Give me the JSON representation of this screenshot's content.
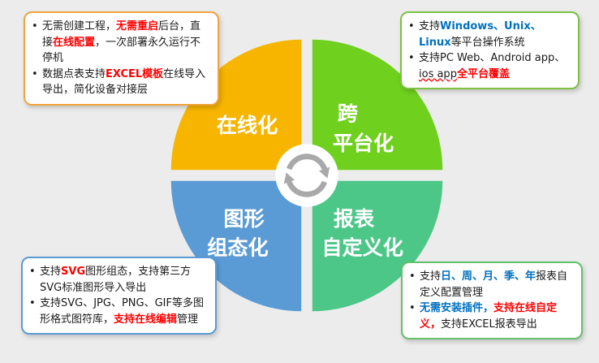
{
  "page": {
    "background": "#ececec",
    "bullet_glyph": "•"
  },
  "diagram": {
    "center_icon": "sync-arrows",
    "center_icon_color": "#a9a9a9",
    "quadrants": [
      {
        "id": "online",
        "color": "#F7B500",
        "label_lines": [
          "在线化"
        ]
      },
      {
        "id": "cross-platform",
        "color": "#6FD01E",
        "label_lines": [
          "跨",
          "平台化"
        ]
      },
      {
        "id": "graphic-config",
        "color": "#5B9BD5",
        "label_lines": [
          "图形",
          "组态化"
        ]
      },
      {
        "id": "report-custom",
        "color": "#4DC788",
        "label_lines": [
          "报表",
          "自定义化"
        ]
      }
    ]
  },
  "callouts": [
    {
      "id": "online-notes",
      "border_color": "#F2A33C",
      "bullets": [
        {
          "segments": [
            {
              "text": "无需创建工程，"
            },
            {
              "text": "无需重启",
              "color": "#FF0000",
              "bold": true
            },
            {
              "text": "后台，直接"
            },
            {
              "text": "在线配置",
              "color": "#FF0000",
              "bold": true
            },
            {
              "text": "，一次部署永久运行不停机"
            }
          ]
        },
        {
          "segments": [
            {
              "text": "数据点表支持"
            },
            {
              "text": "EXCEL模板",
              "color": "#FF0000",
              "bold": true
            },
            {
              "text": "在线导入导出，简化设备对接层"
            }
          ]
        }
      ]
    },
    {
      "id": "cross-platform-notes",
      "border_color": "#7CC142",
      "bullets": [
        {
          "segments": [
            {
              "text": "支持"
            },
            {
              "text": "Windows、Unix、Linux",
              "color": "#0070C0",
              "bold": true
            },
            {
              "text": "等平台操作系统"
            }
          ]
        },
        {
          "segments": [
            {
              "text": "支持PC Web、Android app、"
            },
            {
              "text": "ios app",
              "wavy_underline": true
            },
            {
              "text": "全平台覆盖",
              "color": "#FF0000",
              "bold": true
            }
          ]
        }
      ]
    },
    {
      "id": "graphic-config-notes",
      "border_color": "#5B9BD5",
      "bullets": [
        {
          "segments": [
            {
              "text": "支持"
            },
            {
              "text": "SVG",
              "color": "#FF0000",
              "bold": true
            },
            {
              "text": "图形组态，支持第三方SVG标准图形导入导出"
            }
          ]
        },
        {
          "segments": [
            {
              "text": "支持SVG、JPG、PNG、GIF等多图形格式图符库，"
            },
            {
              "text": "支持在线编辑",
              "color": "#FF0000",
              "bold": true
            },
            {
              "text": "管理"
            }
          ]
        }
      ]
    },
    {
      "id": "report-custom-notes",
      "border_color": "#63C16A",
      "bullets": [
        {
          "segments": [
            {
              "text": "支持"
            },
            {
              "text": "日、周、月、季、年",
              "color": "#0070C0",
              "bold": true
            },
            {
              "text": "报表自定义配置管理"
            }
          ]
        },
        {
          "segments": [
            {
              "text": "无需安装插件，",
              "color": "#0070C0",
              "bold": true
            },
            {
              "text": "支持在线自定义，",
              "color": "#FF0000",
              "bold": true
            },
            {
              "text": "支持EXCEL报表导出"
            }
          ]
        }
      ]
    }
  ]
}
